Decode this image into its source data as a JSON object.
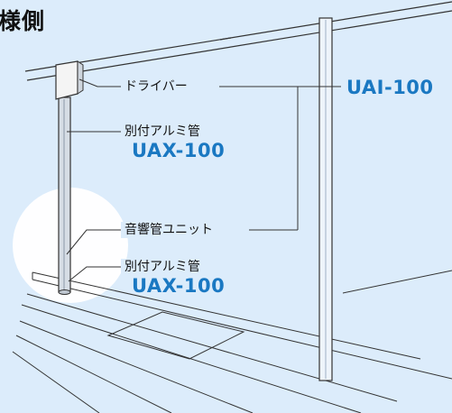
{
  "heading": "様側",
  "labels": {
    "driver": "ドライバー",
    "pipe_top": "別付アルミ管",
    "speaker": "音響管ユニット",
    "pipe_bottom": "別付アルミ管"
  },
  "codes": {
    "uai": "UAI-100",
    "uax_top": "UAX-100",
    "uax_bottom": "UAX-100"
  },
  "colors": {
    "background": "#dcecfb",
    "accent": "#1a78c2",
    "line": "#333333",
    "highlight": "#ffffff"
  }
}
